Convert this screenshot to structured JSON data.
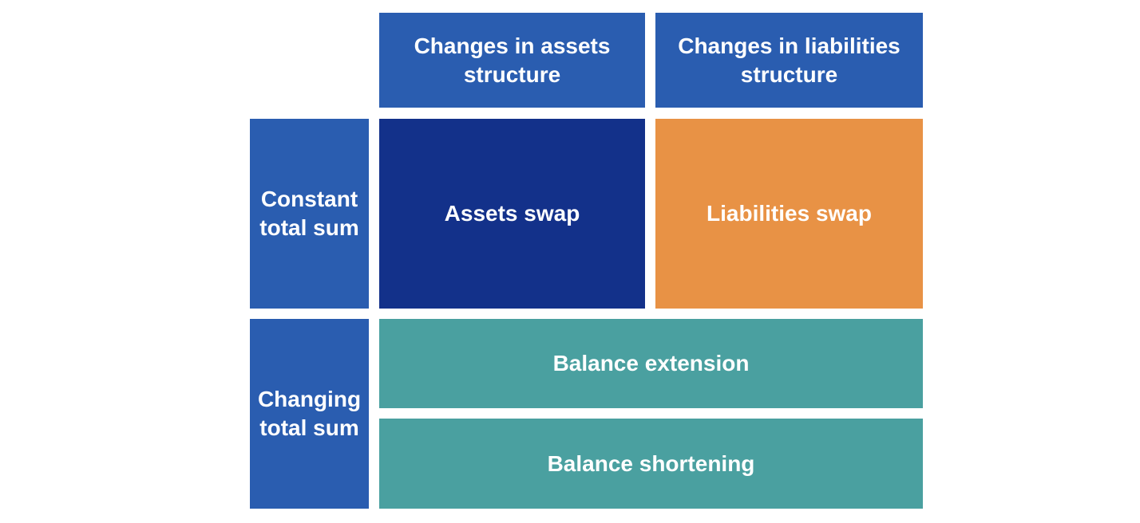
{
  "columns": [
    "Changes in assets\nstructure",
    "Changes in liabilities\nstructure"
  ],
  "rows": [
    "Constant\ntotal sum",
    "Changing\ntotal sum"
  ],
  "cells": {
    "assets_swap": "Assets swap",
    "liabilities_swap": "Liabilities swap",
    "balance_extension": "Balance extension",
    "balance_shortening": "Balance shortening"
  },
  "colors": {
    "header": "#2a5db0",
    "assets_swap": "#13318a",
    "liabilities_swap": "#e89245",
    "balance": "#4aa0a0"
  }
}
